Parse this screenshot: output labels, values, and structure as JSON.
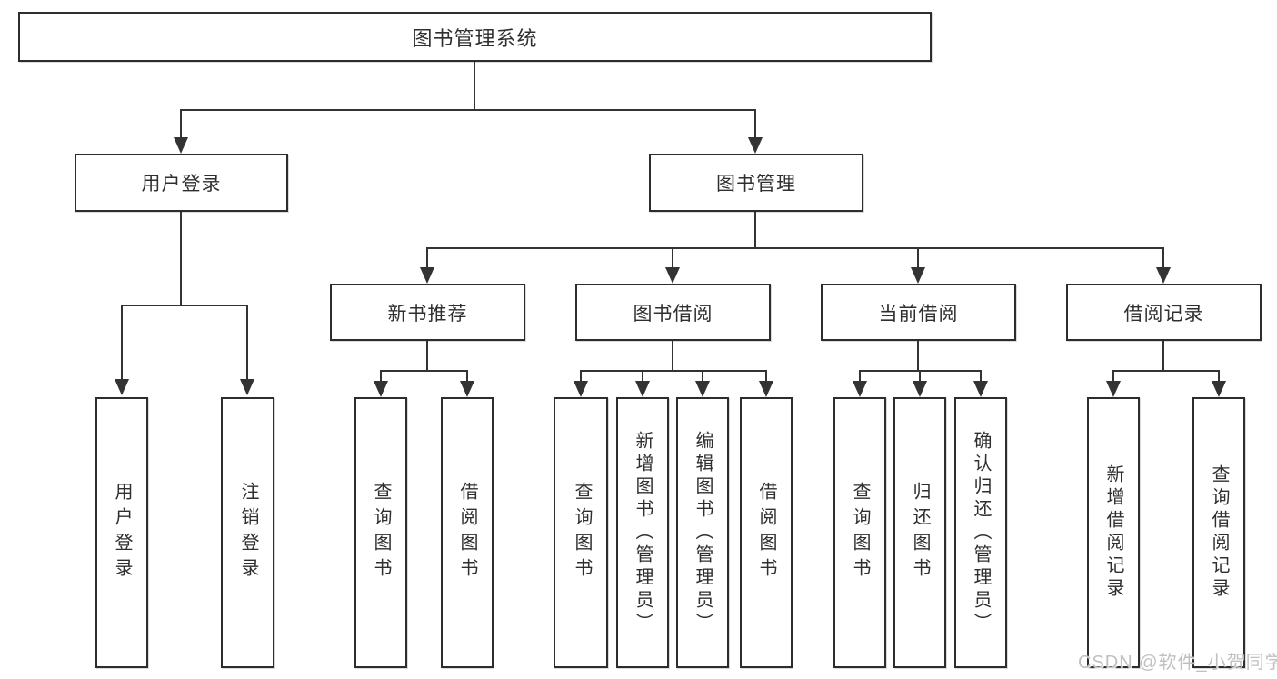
{
  "tree": {
    "root": {
      "label": "图书管理系统",
      "children": [
        {
          "label": "用户登录",
          "children": [
            {
              "label": "用户登录"
            },
            {
              "label": "注销登录"
            }
          ]
        },
        {
          "label": "图书管理",
          "children": [
            {
              "label": "新书推荐",
              "children": [
                {
                  "label": "查询图书"
                },
                {
                  "label": "借阅图书"
                }
              ]
            },
            {
              "label": "图书借阅",
              "children": [
                {
                  "label": "查询图书"
                },
                {
                  "label": "新增图书（管理员）"
                },
                {
                  "label": "编辑图书（管理员）"
                },
                {
                  "label": "借阅图书"
                }
              ]
            },
            {
              "label": "当前借阅",
              "children": [
                {
                  "label": "查询图书"
                },
                {
                  "label": "归还图书"
                },
                {
                  "label": "确认归还（管理员）"
                }
              ]
            },
            {
              "label": "借阅记录",
              "children": [
                {
                  "label": "新增借阅记录"
                },
                {
                  "label": "查询借阅记录"
                }
              ]
            }
          ]
        }
      ]
    }
  },
  "watermark": {
    "text": "CSDN @软件_小贺同学"
  },
  "colors": {
    "background": "#ffffff",
    "box_fill": "#ffffff",
    "box_border": "#2d2d2d",
    "line": "#333333",
    "text": "#2f2f2f",
    "watermark": "#c0c0c0"
  }
}
